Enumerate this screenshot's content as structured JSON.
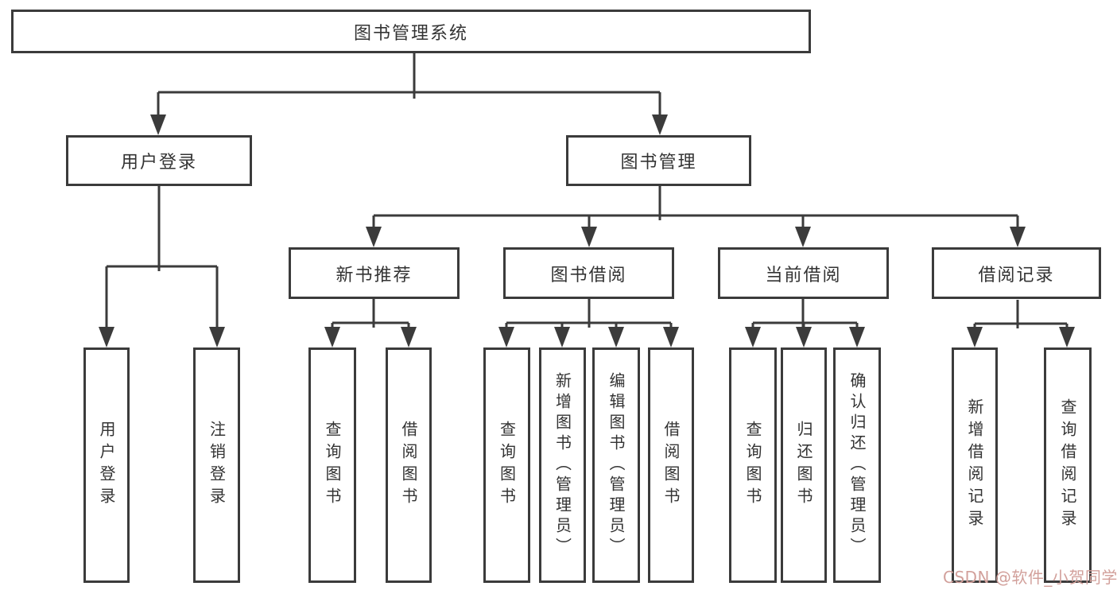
{
  "tree": {
    "root": {
      "label": "图书管理系统",
      "children": [
        {
          "label": "用户登录",
          "children": [
            {
              "label": "用户登录"
            },
            {
              "label": "注销登录"
            }
          ]
        },
        {
          "label": "图书管理",
          "children": [
            {
              "label": "新书推荐",
              "children": [
                {
                  "label": "查询图书"
                },
                {
                  "label": "借阅图书"
                }
              ]
            },
            {
              "label": "图书借阅",
              "children": [
                {
                  "label": "查询图书"
                },
                {
                  "label": "新增图书（管理员）"
                },
                {
                  "label": "编辑图书（管理员）"
                },
                {
                  "label": "借阅图书"
                }
              ]
            },
            {
              "label": "当前借阅",
              "children": [
                {
                  "label": "查询图书"
                },
                {
                  "label": "归还图书"
                },
                {
                  "label": "确认归还（管理员）"
                }
              ]
            },
            {
              "label": "借阅记录",
              "children": [
                {
                  "label": "新增借阅记录"
                },
                {
                  "label": "查询借阅记录"
                }
              ]
            }
          ]
        }
      ]
    }
  },
  "watermark": {
    "text": "CSDN @软件_小贺同学"
  },
  "colors": {
    "line": "#3B3B3B",
    "text": "#333333",
    "watermark": "#D2A09B",
    "background": "#FFFFFF"
  }
}
